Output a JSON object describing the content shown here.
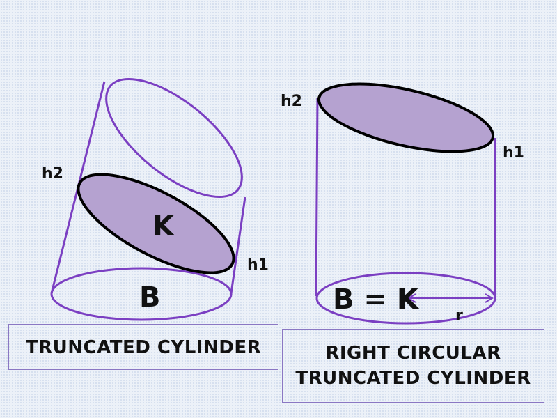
{
  "diagram": {
    "left_figure": {
      "label_h2": "h2",
      "label_h1": "h1",
      "label_section": "K",
      "label_base": "B",
      "caption": "TRUNCATED CYLINDER"
    },
    "right_figure": {
      "label_h2": "h2",
      "label_h1": "h1",
      "label_base": "B = K",
      "label_radius": "r",
      "caption_line1": "RIGHT CIRCULAR",
      "caption_line2": "TRUNCATED CYLINDER"
    },
    "colors": {
      "outline": "#7b3fc2",
      "section_fill": "#b5a2d0",
      "section_stroke": "#000000",
      "background": "#ecf1f8"
    }
  }
}
